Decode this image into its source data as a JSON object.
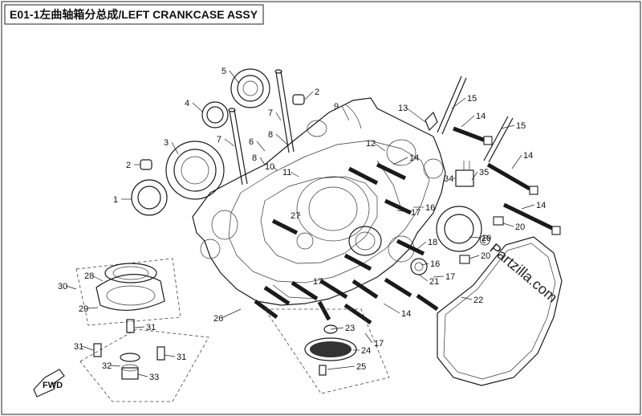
{
  "title": "E01-1左曲轴箱分总成/LEFT CRANKCASE ASSY",
  "watermark": "© Partzilla.com",
  "badge": "FWD",
  "callouts": [
    {
      "id": "c5",
      "text": "5"
    },
    {
      "id": "c4",
      "text": "4"
    },
    {
      "id": "c2a",
      "text": "2"
    },
    {
      "id": "c7a",
      "text": "7"
    },
    {
      "id": "c9",
      "text": "9"
    },
    {
      "id": "c13",
      "text": "13"
    },
    {
      "id": "c15a",
      "text": "15"
    },
    {
      "id": "c14a",
      "text": "14"
    },
    {
      "id": "c15b",
      "text": "15"
    },
    {
      "id": "c3",
      "text": "3"
    },
    {
      "id": "c7b",
      "text": "7"
    },
    {
      "id": "c6",
      "text": "6"
    },
    {
      "id": "c8a",
      "text": "8"
    },
    {
      "id": "c12",
      "text": "12"
    },
    {
      "id": "c14b",
      "text": "14"
    },
    {
      "id": "c2b",
      "text": "2"
    },
    {
      "id": "c8b",
      "text": "8"
    },
    {
      "id": "c10",
      "text": "10"
    },
    {
      "id": "c11",
      "text": "11"
    },
    {
      "id": "c34",
      "text": "34"
    },
    {
      "id": "c14c",
      "text": "14"
    },
    {
      "id": "c35",
      "text": "35"
    },
    {
      "id": "c1",
      "text": "1"
    },
    {
      "id": "c16a",
      "text": "16"
    },
    {
      "id": "c17a",
      "text": "17"
    },
    {
      "id": "c27",
      "text": "27"
    },
    {
      "id": "c14d",
      "text": "14"
    },
    {
      "id": "c19",
      "text": "19"
    },
    {
      "id": "c20a",
      "text": "20"
    },
    {
      "id": "c18",
      "text": "18"
    },
    {
      "id": "c20b",
      "text": "20"
    },
    {
      "id": "c16b",
      "text": "16"
    },
    {
      "id": "c17b",
      "text": "17"
    },
    {
      "id": "c21",
      "text": "21"
    },
    {
      "id": "c28",
      "text": "28"
    },
    {
      "id": "c30",
      "text": "30"
    },
    {
      "id": "c17c",
      "text": "17"
    },
    {
      "id": "c22",
      "text": "22"
    },
    {
      "id": "c29",
      "text": "29"
    },
    {
      "id": "c26",
      "text": "26"
    },
    {
      "id": "c14e",
      "text": "14"
    },
    {
      "id": "c31a",
      "text": "31"
    },
    {
      "id": "c23",
      "text": "23"
    },
    {
      "id": "c17d",
      "text": "17"
    },
    {
      "id": "c31b",
      "text": "31"
    },
    {
      "id": "c31c",
      "text": "31"
    },
    {
      "id": "c24",
      "text": "24"
    },
    {
      "id": "c32",
      "text": "32"
    },
    {
      "id": "c25",
      "text": "25"
    },
    {
      "id": "c33",
      "text": "33"
    }
  ]
}
